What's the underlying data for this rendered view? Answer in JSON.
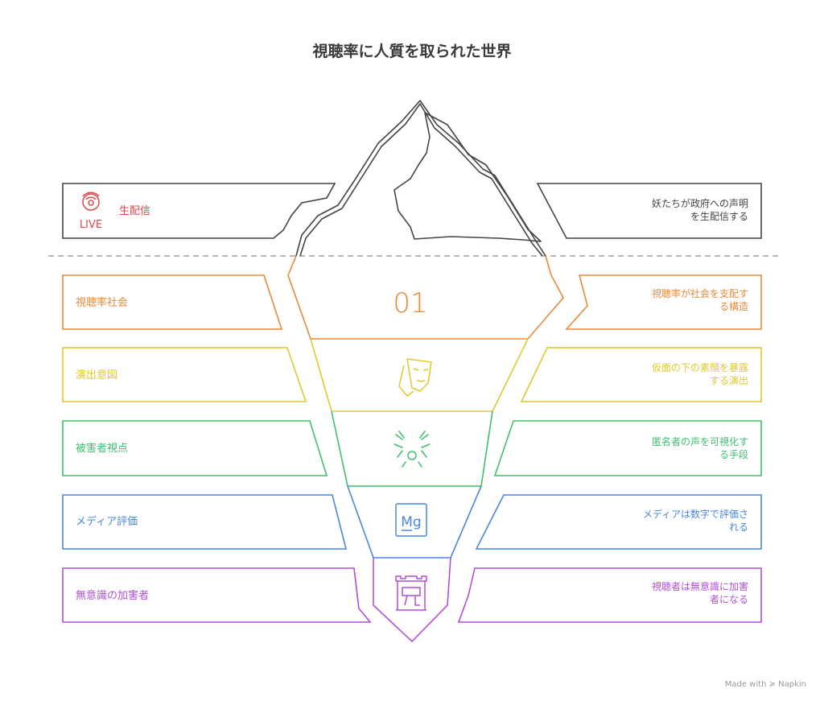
{
  "title": "視聴率に人質を取られた世界",
  "top": {
    "label": "生配信",
    "icon_text": "LIVE",
    "icon": "live-broadcast-icon",
    "description_lines": [
      "妖たちが政府への声明",
      "を生配信する"
    ],
    "color": "#e0474c"
  },
  "layers": [
    {
      "label": "視聴率社会",
      "icon": "number-01",
      "icon_text": "01",
      "description_lines": [
        "視聴率が社会を支配す",
        "る構造"
      ],
      "color": "#e8893a"
    },
    {
      "label": "演出意図",
      "icon": "theater-mask-icon",
      "description_lines": [
        "仮面の下の素顔を暴露",
        "する演出"
      ],
      "color": "#e3c72c"
    },
    {
      "label": "被害者視点",
      "icon": "anguished-face-icon",
      "description_lines": [
        "匿名者の声を可視化す",
        "る手段"
      ],
      "color": "#3fbf6f"
    },
    {
      "label": "メディア評価",
      "icon": "magnesium-element-icon",
      "icon_text": "Mg",
      "description_lines": [
        "メディアは数字で評価さ",
        "れる"
      ],
      "color": "#4a86e0"
    },
    {
      "label": "無意識の加害者",
      "icon": "gate-icon",
      "description_lines": [
        "視聴者は無意識に加害",
        "者になる"
      ],
      "color": "#b24fd6"
    }
  ],
  "watermark": "Made with ≽ Napkin",
  "colors": {
    "outline": "#444444",
    "waterline": "#9e9e9e",
    "title": "#3a3a3a"
  }
}
